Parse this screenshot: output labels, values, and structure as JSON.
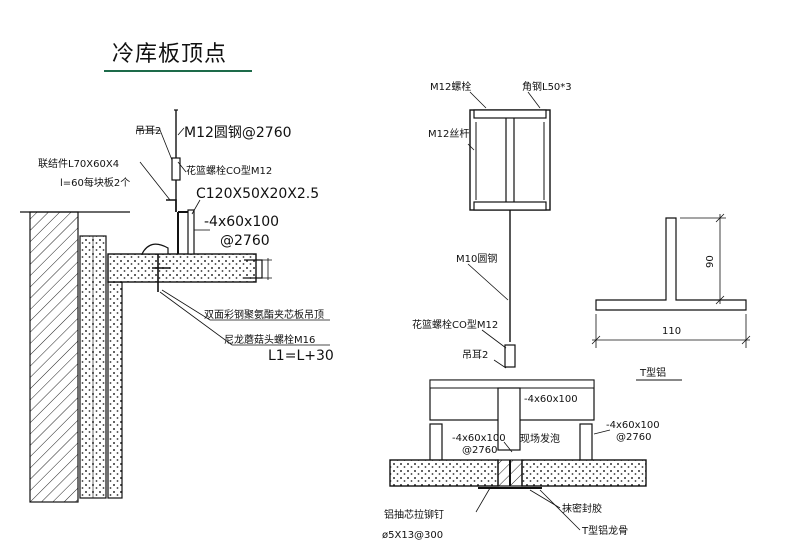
{
  "title": "冷库板顶点",
  "left_detail": {
    "hanger_ear": "吊耳2",
    "round_steel": "M12圆钢@2760",
    "connector": "联结件L70X60X4",
    "connector_len": "l=60每块板2个",
    "turnbuckle": "花篮螺栓CO型M12",
    "channel": "C120X50X20X2.5",
    "plate": "-4x60x100",
    "plate_spacing": "@2760",
    "panel": "双面彩钢聚氨酯夹芯板吊顶",
    "bolt": "尼龙蘑菇头螺栓M16",
    "bolt_len": "L1=L+30"
  },
  "right_detail": {
    "bolt": "M12螺栓",
    "angle": "角钢L50*3",
    "threaded_rod": "M12丝杆",
    "round_bar": "M10圆钢",
    "turnbuckle": "花篮螺栓CO型M12",
    "hanger_ear": "吊耳2",
    "plate_top": "-4x60x100",
    "plate_right": "-4x60x100",
    "plate_right_spacing": "@2760",
    "plate_left": "-4x60x100",
    "plate_left_spacing": "@2760",
    "foam": "现场发泡",
    "rivet": "铝抽芯拉铆钉",
    "rivet_spec": "ø5X13@300",
    "sealant": "抹密封胶",
    "keel": "T型铝龙骨"
  },
  "t_section": {
    "height": "90",
    "width": "110",
    "label": "T型铝"
  }
}
